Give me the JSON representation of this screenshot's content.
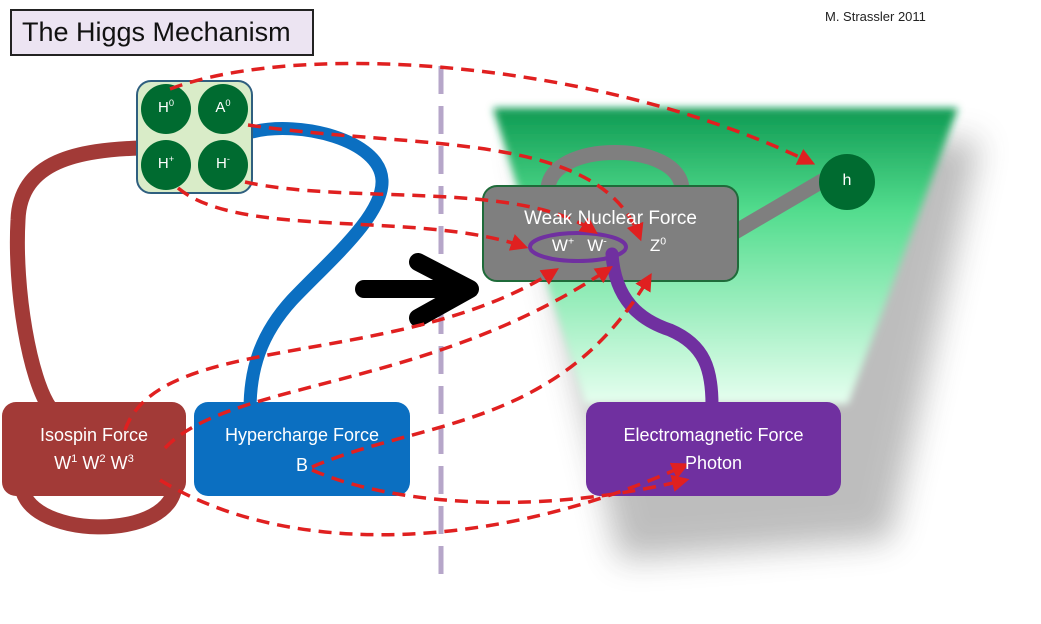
{
  "title": "The Higgs Mechanism",
  "author": "M. Strassler  2011",
  "colors": {
    "isospin": "#a23a37",
    "hypercharge": "#0b6fc1",
    "weak": "#7f7f7f",
    "em": "#7030a0",
    "higgs_green": "#006b30",
    "arrow_red": "#e02020",
    "divider": "#b6a6c9"
  },
  "higgs_doublet": {
    "components": [
      {
        "base": "H",
        "sup": "0"
      },
      {
        "base": "A",
        "sup": "0"
      },
      {
        "base": "H",
        "sup": "+"
      },
      {
        "base": "H",
        "sup": "-"
      }
    ]
  },
  "higgs_boson": {
    "label": "h"
  },
  "isospin": {
    "title": "Isospin Force",
    "bosons": [
      {
        "base": "W",
        "sup": "1"
      },
      {
        "base": "W",
        "sup": "2"
      },
      {
        "base": "W",
        "sup": "3"
      }
    ]
  },
  "hypercharge": {
    "title": "Hypercharge Force",
    "boson": "B"
  },
  "weak": {
    "title": "Weak Nuclear Force",
    "w_plus": {
      "base": "W",
      "sup": "+"
    },
    "w_minus": {
      "base": "W",
      "sup": "-"
    },
    "z": {
      "base": "Z",
      "sup": "0"
    }
  },
  "em": {
    "title": "Electromagnetic Force",
    "boson": "Photon"
  },
  "icons": [
    "transition-arrow-icon"
  ]
}
